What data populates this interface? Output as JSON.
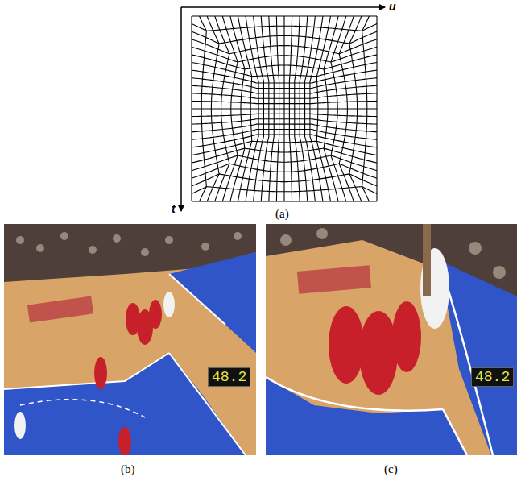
{
  "diagram": {
    "labels": [
      "u",
      "t",
      "(a)",
      "(b)",
      "(c)",
      "48.2",
      "48.2"
    ]
  }
}
